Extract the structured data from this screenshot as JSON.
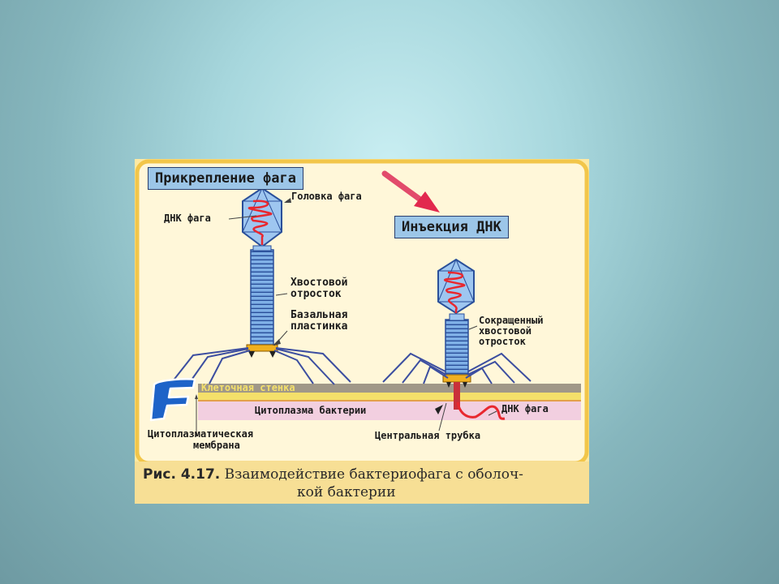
{
  "figure": {
    "title_attach": "Прикрепление фага",
    "title_inject": "Инъекция ДНК",
    "labels": {
      "head": "Головка фага",
      "dna_top": "ДНК фага",
      "tail_1": "Хвостовой",
      "tail_2": "отросток",
      "base_1": "Базальная",
      "base_2": "пластинка",
      "contr_1": "Сокращенный",
      "contr_2": "хвостовой",
      "contr_3": "отросток",
      "cell_wall": "Клеточная стенка",
      "cytoplasm": "Цитоплазма бактерии",
      "dna_bottom": "ДНК фага",
      "membrane_1": "Цитоплазматическая",
      "membrane_2": "мембрана",
      "central_tube": "Центральная трубка"
    },
    "caption": {
      "number": "Рис. 4.17.",
      "line1": "Взаимодействие бактериофага с оболоч-",
      "line2": "кой бактерии"
    },
    "logo_letter": "F",
    "colors": {
      "frame": "#f2c64a",
      "title_bg": "#9cc6e8",
      "phage_body": "#6a9bd8",
      "dna": "#e8282f",
      "cell_wall": "#a09888",
      "cytoplasm": "#f2cfe0"
    }
  }
}
